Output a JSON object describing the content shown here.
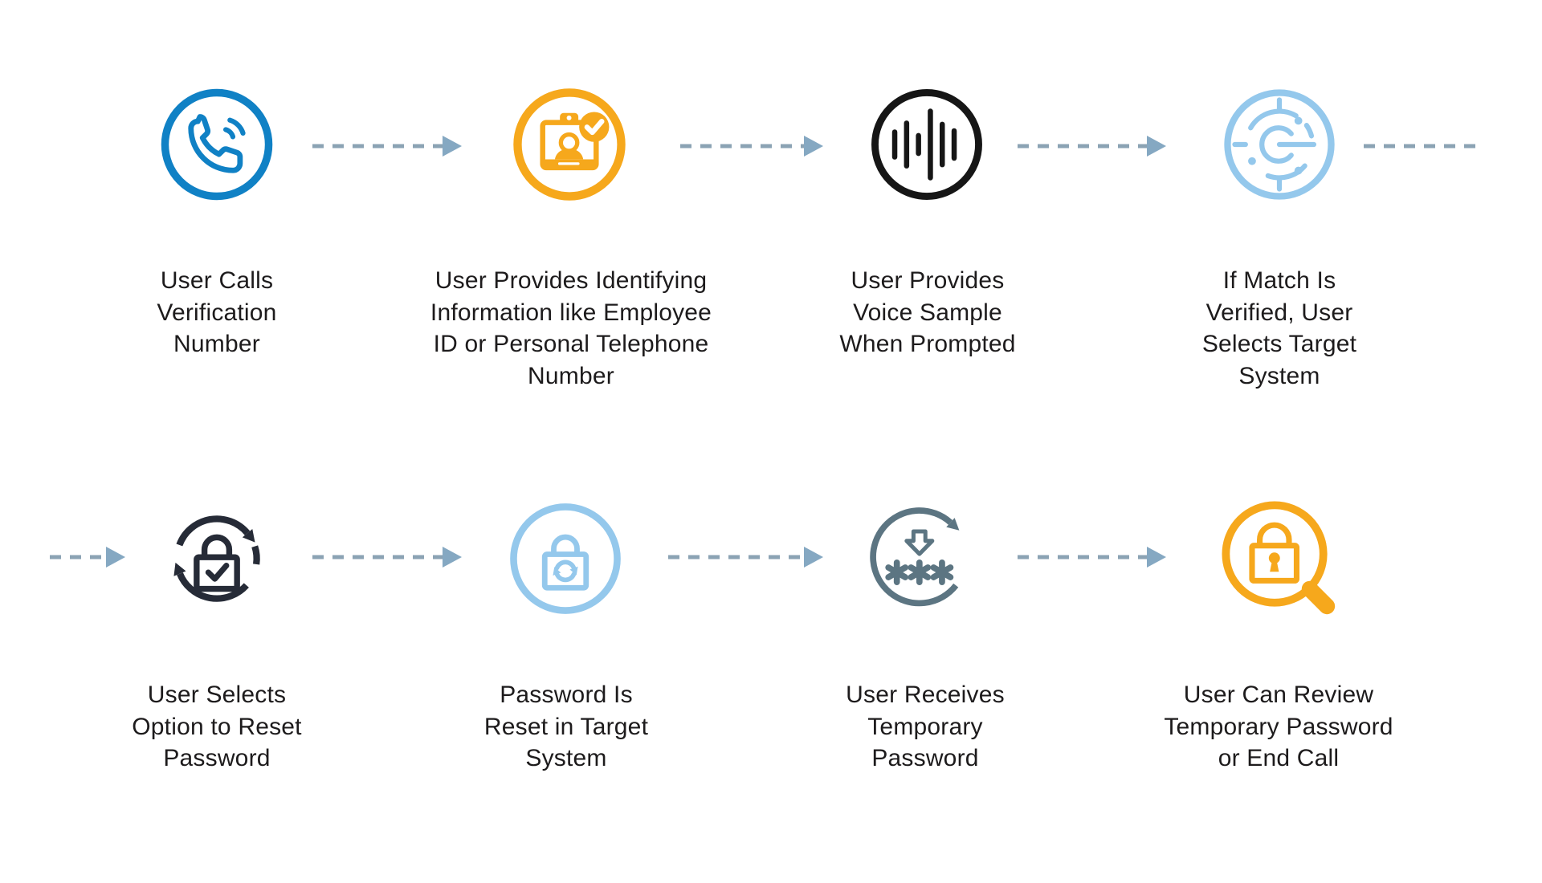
{
  "diagram": {
    "title": "",
    "type": "process-flow",
    "rows": 2,
    "columns": 4
  },
  "colors": {
    "background": "#ffffff",
    "text": "#1d1b1c",
    "arrow_dash": "#8ba3b4",
    "arrow_head": "#85a8c2",
    "accent_blue": "#1081c5",
    "accent_orange": "#f6a81c",
    "accent_black": "#161616",
    "accent_light_blue": "#94c8ec",
    "accent_dark_navy": "#262b37",
    "accent_slate": "#5c7582"
  },
  "steps": [
    {
      "index": 1,
      "icon": "phone-call-icon",
      "color": "#1081c5",
      "label": "User Calls\nVerification\nNumber"
    },
    {
      "index": 2,
      "icon": "identity-verification-icon",
      "color": "#f6a81c",
      "label": "User Provides Identifying\nInformation like Employee\nID or Personal Telephone\nNumber"
    },
    {
      "index": 3,
      "icon": "voice-sample-icon",
      "color": "#161616",
      "label": "User Provides\nVoice Sample\nWhen Prompted"
    },
    {
      "index": 4,
      "icon": "match-target-icon",
      "color": "#94c8ec",
      "label": "If Match Is\nVerified, User\nSelects Target\nSystem"
    },
    {
      "index": 5,
      "icon": "reset-password-icon",
      "color": "#262b37",
      "label": "User Selects\nOption to Reset\nPassword"
    },
    {
      "index": 6,
      "icon": "password-reset-system-icon",
      "color": "#94c8ec",
      "label": "Password Is\nReset in Target\nSystem"
    },
    {
      "index": 7,
      "icon": "temporary-password-icon",
      "color": "#5c7582",
      "label": "User Receives\nTemporary\nPassword"
    },
    {
      "index": 8,
      "icon": "review-password-icon",
      "color": "#f6a81c",
      "label": "User Can Review\nTemporary Password\nor End Call"
    }
  ],
  "arrows": {
    "style": "dashed",
    "direction": "left-to-right",
    "count_visible": 8
  }
}
